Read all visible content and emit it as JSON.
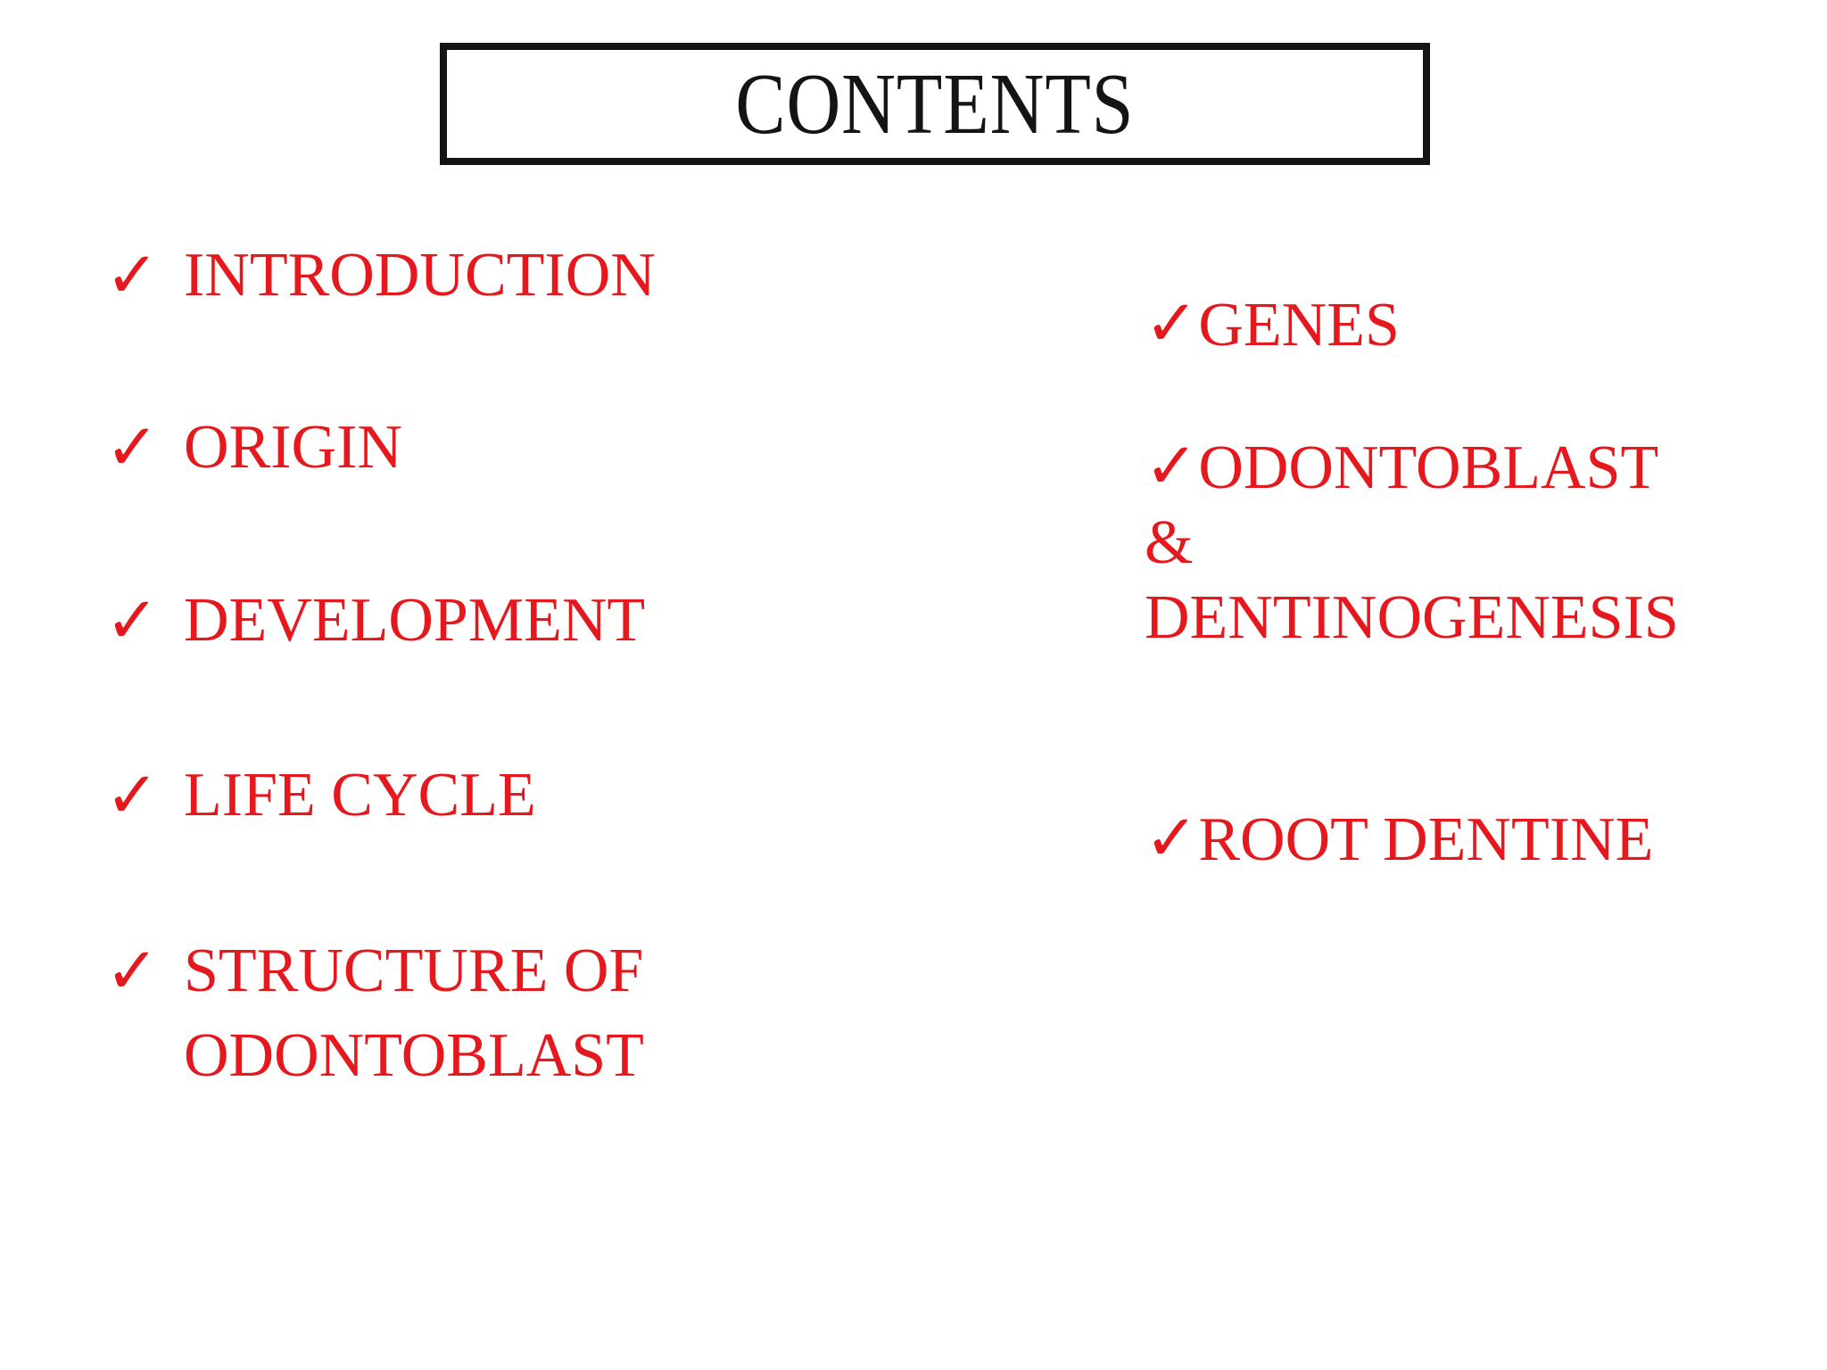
{
  "slide": {
    "title": "CONTENTS",
    "checkmark": "✓",
    "accent_color": "#e5191d",
    "title_color": "#141414",
    "background_color": "#ffffff"
  },
  "left_column": {
    "items": [
      {
        "lines": [
          "INTRODUCTION"
        ]
      },
      {
        "lines": [
          "ORIGIN"
        ]
      },
      {
        "lines": [
          "DEVELOPMENT"
        ]
      },
      {
        "lines": [
          "LIFE CYCLE"
        ]
      },
      {
        "lines": [
          "STRUCTURE OF",
          "ODONTOBLAST"
        ]
      }
    ]
  },
  "right_column": {
    "items": [
      {
        "lines": [
          "GENES"
        ]
      },
      {
        "lines": [
          "ODONTOBLAST",
          "&",
          "DENTINOGENESIS"
        ]
      },
      {
        "lines": [
          "ROOT DENTINE"
        ]
      }
    ]
  }
}
